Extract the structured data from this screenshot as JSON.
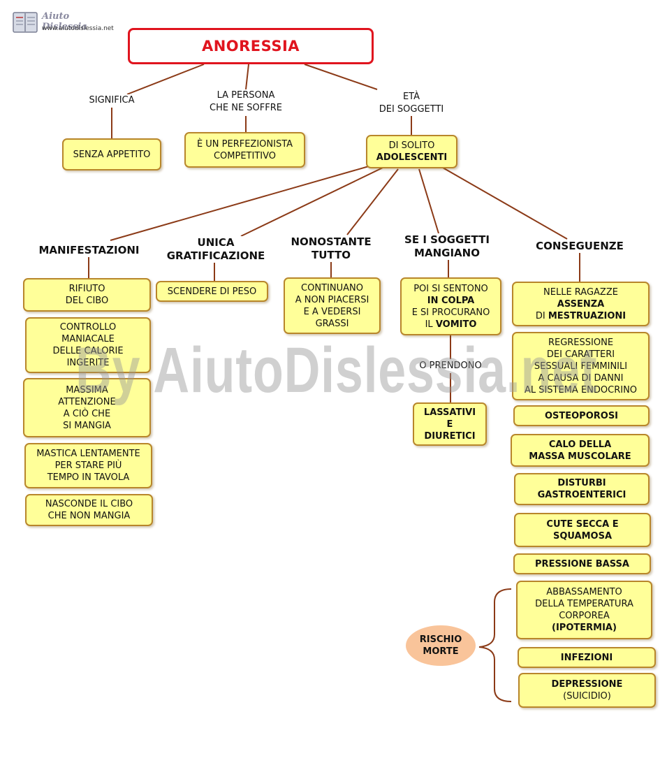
{
  "logo": {
    "name": "Aiuto Dislessia",
    "url": "www.aiutodislessia.net"
  },
  "title": "ANORESSIA",
  "branches": {
    "significa": "SIGNIFICA",
    "persona": [
      "LA PERSONA",
      "CHE NE SOFFRE"
    ],
    "eta": [
      "ETÀ",
      "DEI SOGGETTI"
    ],
    "o_prendono": "O PRENDONO"
  },
  "boxes": {
    "senza_appetito": "SENZA APPETITO",
    "perfezionista": [
      "È UN PERFEZIONISTA",
      "COMPETITIVO"
    ],
    "adolescenti": [
      "DI SOLITO",
      "ADOLESCENTI"
    ]
  },
  "headings": {
    "manifestazioni": [
      "MANIFESTAZIONI"
    ],
    "gratificazione": [
      "UNICA",
      "GRATIFICAZIONE"
    ],
    "nonostante": [
      "NONOSTANTE",
      "TUTTO"
    ],
    "mangiano": [
      "SE I SOGGETTI",
      "MANGIANO"
    ],
    "conseguenze": [
      "CONSEGUENZE"
    ]
  },
  "manifestazioni": [
    [
      "RIFIUTO",
      "DEL CIBO"
    ],
    [
      "CONTROLLO",
      "MANIACALE",
      "DELLE CALORIE",
      "INGERITE"
    ],
    [
      "MASSIMA",
      "ATTENZIONE",
      "A CIÒ CHE",
      "SI MANGIA"
    ],
    [
      "MASTICA LENTAMENTE",
      "PER STARE PIÙ",
      "TEMPO IN TAVOLA"
    ],
    [
      "NASCONDE IL CIBO",
      "CHE NON MANGIA"
    ]
  ],
  "gratificazione": "SCENDERE DI PESO",
  "nonostante": [
    "CONTINUANO",
    "A NON PIACERSI",
    "E A VEDERSI",
    "GRASSI"
  ],
  "mangiano": {
    "l1": "POI SI SENTONO",
    "l2": "IN COLPA",
    "l3": "E SI PROCURANO",
    "l4a": "IL ",
    "l4b": "VOMITO"
  },
  "lassativi": [
    "LASSATIVI",
    "E",
    "DIURETICI"
  ],
  "conseguenze": {
    "mestruazioni": {
      "l1": "NELLE RAGAZZE",
      "l2": "ASSENZA",
      "l3a": "DI ",
      "l3b": "MESTRUAZIONI"
    },
    "regressione": [
      "REGRESSIONE",
      "DEI CARATTERI",
      "SESSUALI FEMMINILI",
      "A CAUSA DI DANNI",
      "AL SISTEMA ENDOCRINO"
    ],
    "osteoporosi": "OSTEOPOROSI",
    "calo": [
      "CALO DELLA",
      "MASSA MUSCOLARE"
    ],
    "disturbi": [
      "DISTURBI",
      "GASTROENTERICI"
    ],
    "cute": [
      "CUTE SECCA E",
      "SQUAMOSA"
    ],
    "pressione": "PRESSIONE BASSA",
    "ipotermia": [
      "ABBASSAMENTO",
      "DELLA TEMPERATURA",
      "CORPOREA",
      "(IPOTERMIA)"
    ],
    "infezioni": "INFEZIONI",
    "depressione": [
      "DEPRESSIONE",
      "(SUICIDIO)"
    ]
  },
  "rischio": [
    "RISCHIO",
    "MORTE"
  ],
  "watermark": "By AiutoDislessia.net",
  "colors": {
    "title_border": "#e0141e",
    "title_text": "#e0141e",
    "box_fill": "#ffff99",
    "box_border": "#b8862b",
    "line": "#8b3a17",
    "rischio_fill": "#f9c49a"
  }
}
